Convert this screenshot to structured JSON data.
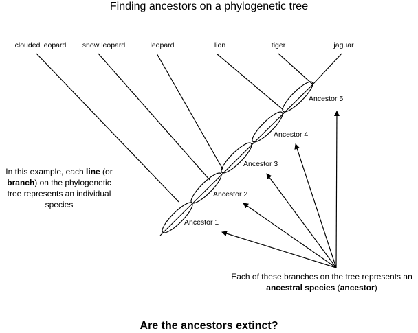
{
  "title": "Finding ancestors on a phylogenetic tree",
  "species": [
    "clouded leopard",
    "snow leopard",
    "leopard",
    "lion",
    "tiger",
    "jaguar"
  ],
  "ancestors": [
    "Ancestor 1",
    "Ancestor 2",
    "Ancestor 3",
    "Ancestor 4",
    "Ancestor 5"
  ],
  "left_note": {
    "part1": "In this example, each ",
    "bold1": "line",
    "part2": " (or ",
    "bold2": "branch",
    "part3": ") on the phylogenetic tree represents an individual species"
  },
  "right_note": {
    "part1": "Each of these branches on the tree represents an ",
    "bold1": "ancestral species",
    "part2": " (",
    "bold2": "ancestor",
    "part3": ")"
  },
  "question": "Are the ancestors extinct?",
  "colors": {
    "line": "#000000",
    "background": "#ffffff"
  }
}
